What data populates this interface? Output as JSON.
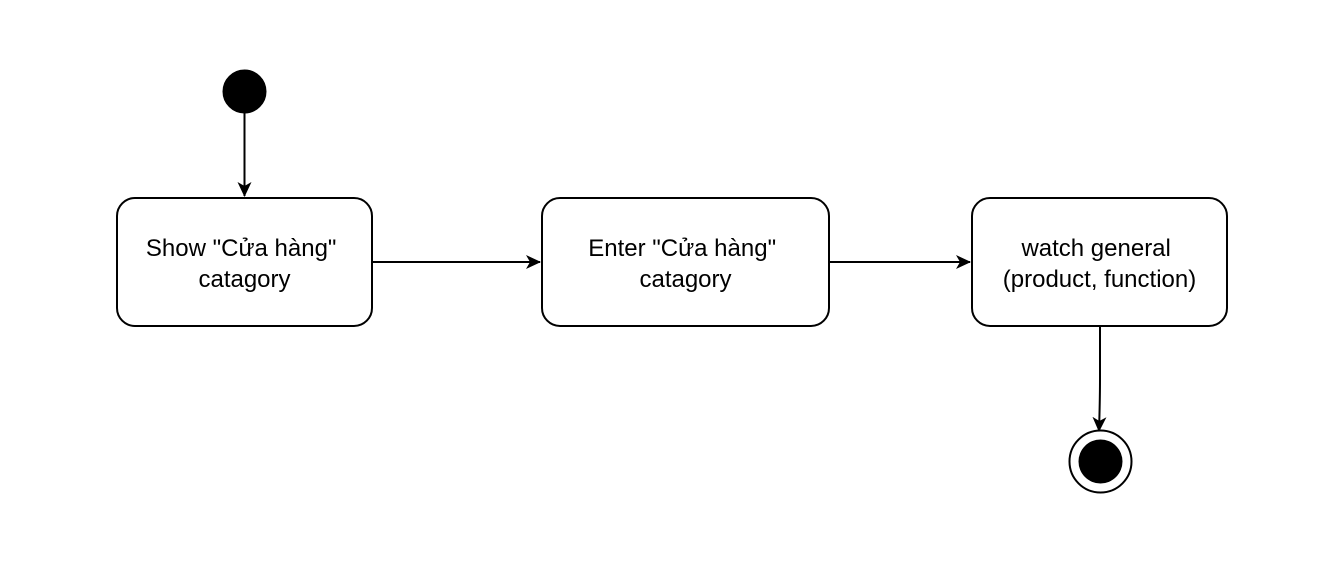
{
  "diagram": {
    "type": "activity",
    "nodes": [
      {
        "id": "start",
        "kind": "initial"
      },
      {
        "id": "show",
        "kind": "action",
        "lines": [
          "Show \"Cửa hàng\"",
          "catagory"
        ]
      },
      {
        "id": "enter",
        "kind": "action",
        "lines": [
          "Enter \"Cửa hàng\"",
          "catagory"
        ]
      },
      {
        "id": "watch",
        "kind": "action",
        "lines": [
          "watch general",
          "(product, function)"
        ]
      },
      {
        "id": "end",
        "kind": "final"
      }
    ],
    "edges": [
      {
        "from": "start",
        "to": "show"
      },
      {
        "from": "show",
        "to": "enter"
      },
      {
        "from": "enter",
        "to": "watch"
      },
      {
        "from": "watch",
        "to": "end"
      }
    ],
    "colors": {
      "stroke": "#000000",
      "fill": "#ffffff",
      "node_fill_solid": "#000000"
    }
  }
}
